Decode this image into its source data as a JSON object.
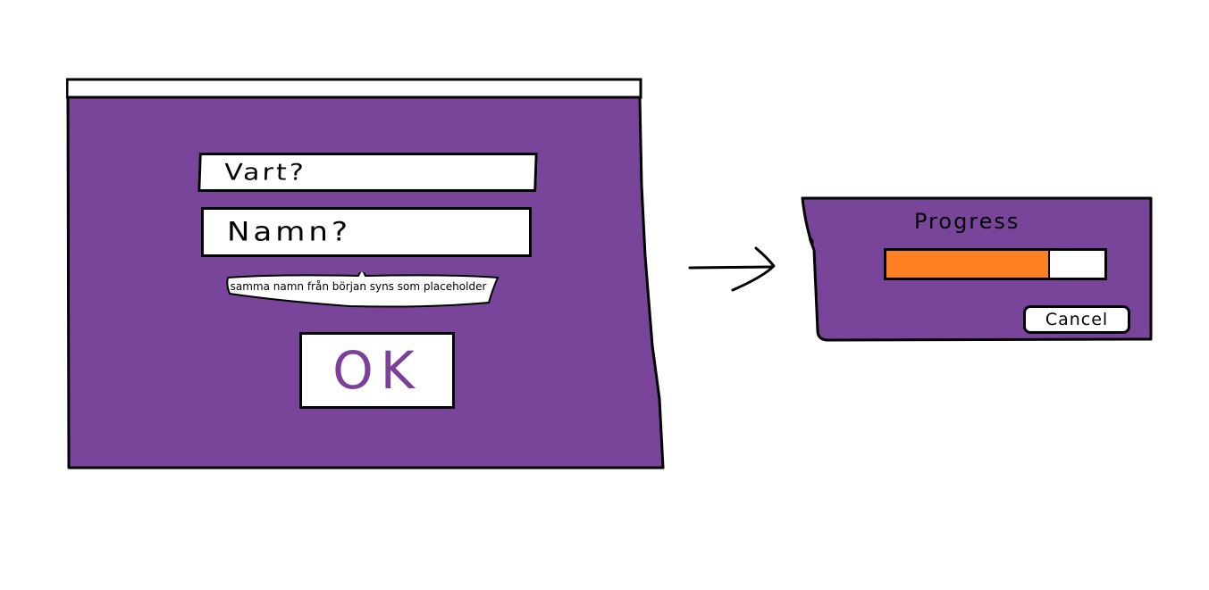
{
  "colors": {
    "window_background": "#79459a",
    "progress_fill": "#ff8022",
    "ok_text": "#7b3f9c"
  },
  "main_window": {
    "field_1_text": "Vart?",
    "field_2_text": "Namn?",
    "tooltip_text": "samma namn från början syns som placeholder",
    "ok_button_label": "OK"
  },
  "progress_dialog": {
    "title": "Progress",
    "progress_percent": 74,
    "cancel_button_label": "Cancel"
  },
  "arrow_icon": "right-arrow-icon"
}
